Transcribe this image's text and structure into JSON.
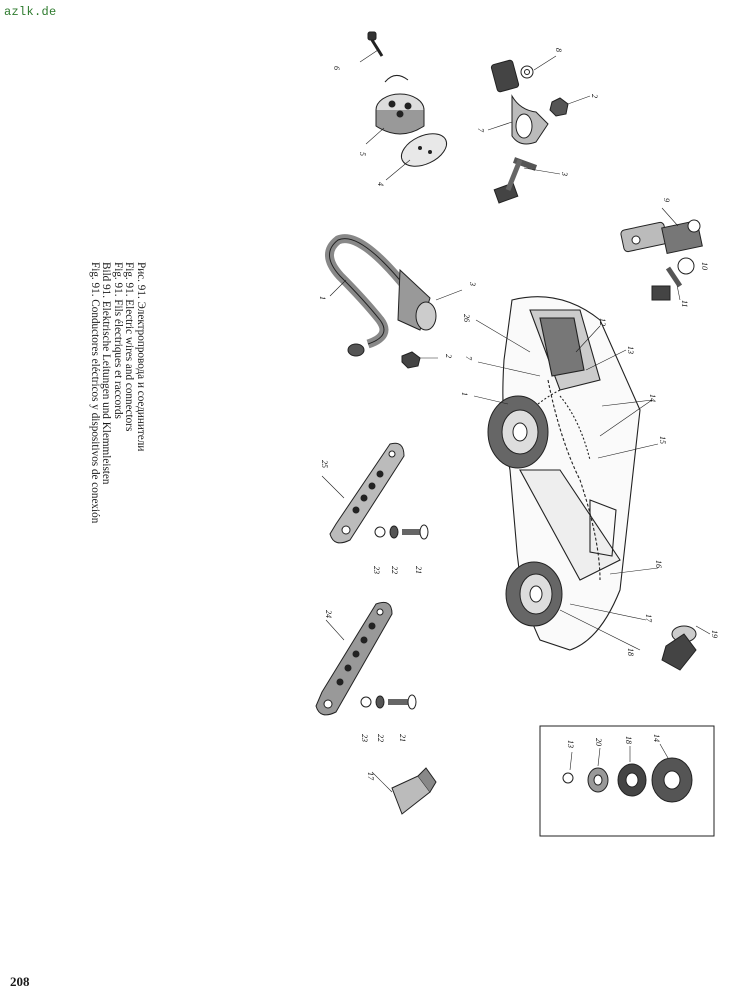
{
  "watermark": "azlk.de",
  "page_number": "208",
  "caption": {
    "ru": "Рис. 91. Электропровода и соединители",
    "en": "Fig. 91. Electric wires and connectors",
    "fr": "Fig. 91. Fils électriques et raccords",
    "de": "Bild 91. Elektrische Leitungen und Klemmleisten",
    "es": "Fig. 91. Conductores eléctricos y dispositivos de conexión"
  },
  "labels": {
    "l6": "6",
    "l5": "5",
    "l4": "4",
    "l8": "8",
    "l2a": "2",
    "l7a": "7",
    "l3a": "3",
    "l9": "9",
    "l10": "10",
    "l11": "11",
    "l1a": "1",
    "l3b": "3",
    "l2b": "2",
    "l26": "26",
    "l12": "12",
    "l7b": "7",
    "l13a": "13",
    "l1b": "1",
    "l14a": "14",
    "l15": "15",
    "l25": "25",
    "l23a": "23",
    "l22a": "22",
    "l21a": "21",
    "l16": "16",
    "l17a": "17",
    "l18a": "18",
    "l19": "19",
    "l24": "24",
    "l23b": "23",
    "l22b": "22",
    "l21b": "21",
    "l17b": "17",
    "l13b": "13",
    "l20": "20",
    "l18b": "18",
    "l14b": "14"
  }
}
